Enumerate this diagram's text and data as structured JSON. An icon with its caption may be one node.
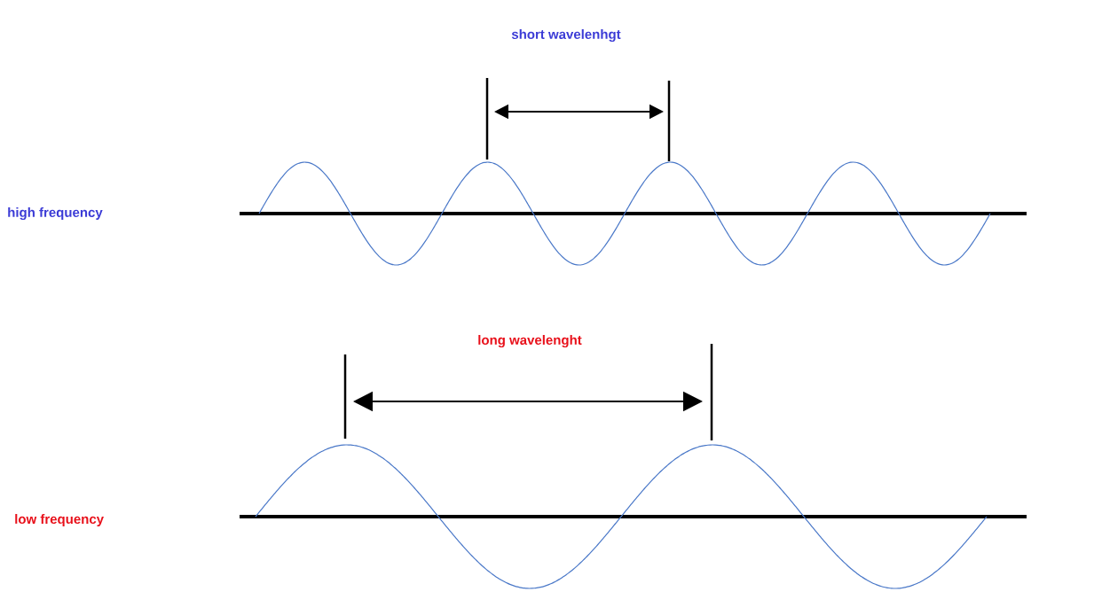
{
  "diagram": {
    "labels": [
      "short wavelenhgt",
      "high frequency",
      "long wavelenght",
      "low frequency"
    ]
  }
}
